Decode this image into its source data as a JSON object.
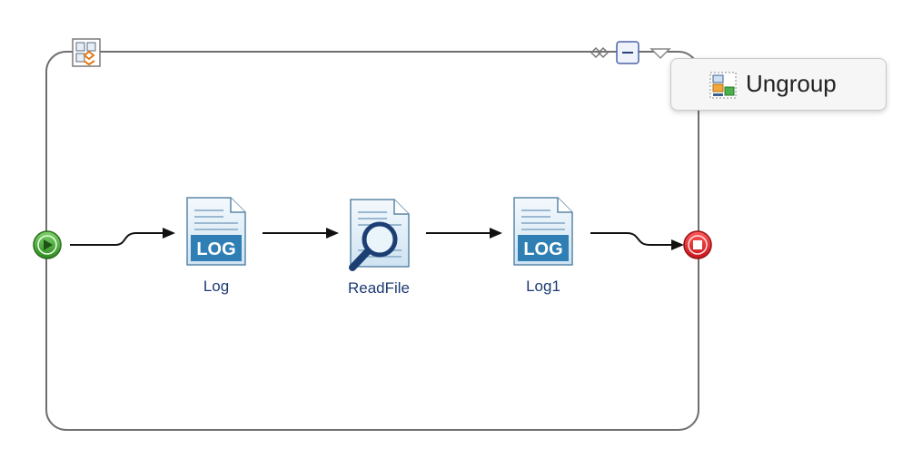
{
  "menu": {
    "ungroup_label": "Ungroup",
    "ungroup_icon": "ungroup-icon"
  },
  "flow": {
    "nodes": [
      {
        "label": "Log",
        "icon": "log-icon"
      },
      {
        "label": "ReadFile",
        "icon": "read-file-icon"
      },
      {
        "label": "Log1",
        "icon": "log-icon"
      }
    ],
    "start_icon": "start-event-icon",
    "end_icon": "end-event-icon",
    "group_icon": "group-icon",
    "collapse_icon": "collapse-icon"
  },
  "colors": {
    "frame": "#6f6f6f",
    "label": "#1d3a73",
    "start": "#3a9a2a",
    "end": "#d9262c",
    "doc_blue": "#2f7fb5"
  }
}
